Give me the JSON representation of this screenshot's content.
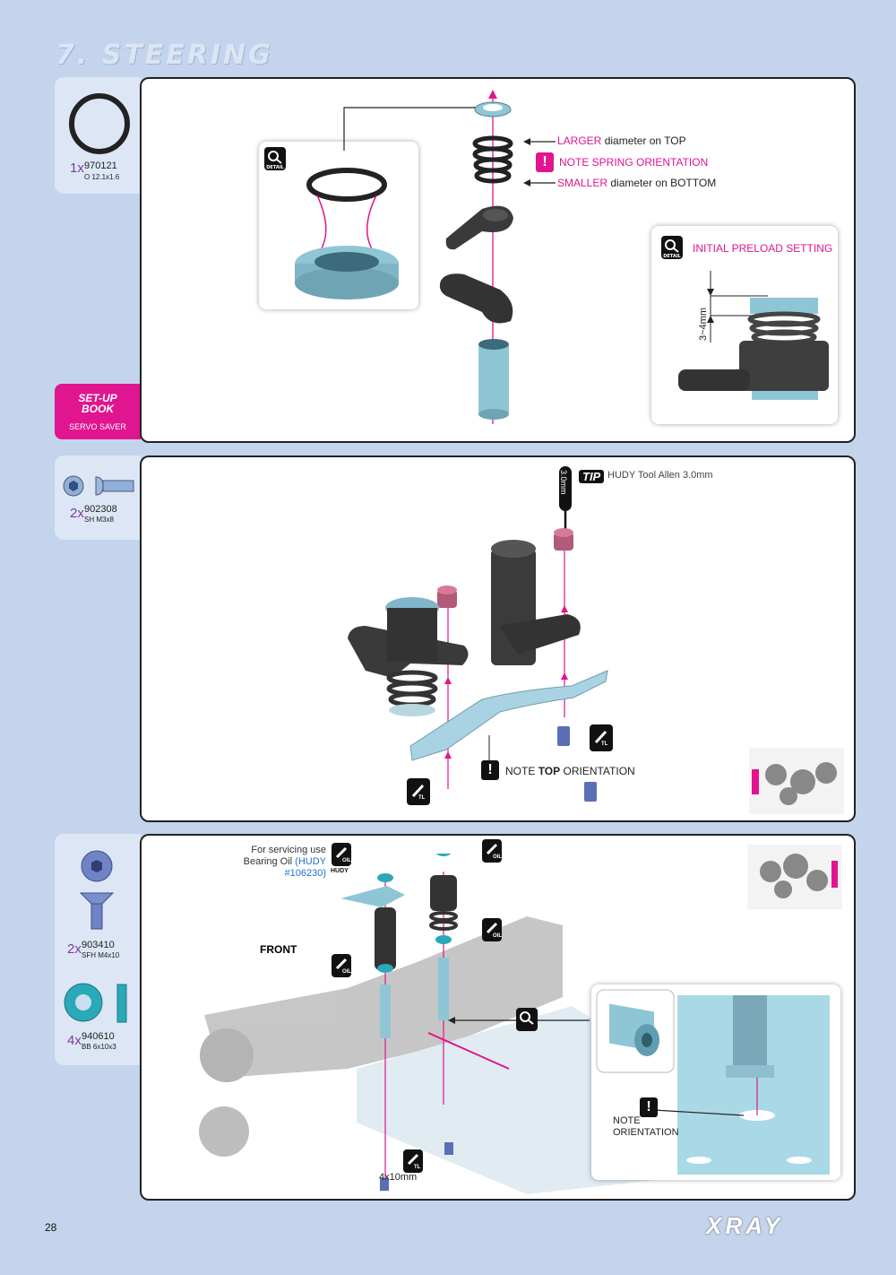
{
  "page": {
    "title": "7. STEERING",
    "number": "28",
    "brand": "XRAY"
  },
  "colors": {
    "accent": "#e0158f",
    "background": "#c3d4ec",
    "highlight": "#1f6fd0"
  },
  "step1": {
    "part": {
      "qty": "1x",
      "code": "970121",
      "spec": "O 12.1x1.6"
    },
    "setup_badge": {
      "line1": "SET-UP",
      "line2": "BOOK",
      "line3": "SERVO SAVER"
    },
    "notes": {
      "larger_a": "LARGER",
      "larger_b": "diameter on TOP",
      "spring": "NOTE SPRING ORIENTATION",
      "smaller_a": "SMALLER",
      "smaller_b": "diameter on BOTTOM"
    },
    "detail_label": "DETAIL",
    "preload": {
      "title": "INITIAL PRELOAD SETTING",
      "dimension": "3~4mm"
    }
  },
  "step2": {
    "part": {
      "qty": "2x",
      "code": "902308",
      "spec": "SH M3x8"
    },
    "tip_label": "TIP",
    "tool_size": "3.0mm",
    "tip_text": "HUDY Tool Allen 3.0mm",
    "note": {
      "a": "NOTE",
      "b": "TOP",
      "c": "ORIENTATION"
    },
    "tl_label": "TL"
  },
  "step3": {
    "parts": [
      {
        "qty": "2x",
        "code": "903410",
        "spec": "SFH M4x10"
      },
      {
        "qty": "4x",
        "code": "940610",
        "spec": "BB 6x10x3"
      }
    ],
    "servicing": {
      "line1": "For servicing use",
      "line2a": "Bearing Oil",
      "line2b": "(HUDY #106230)"
    },
    "oil_label": "OIL",
    "hudy_label": "HUDY",
    "front": "FRONT",
    "screw_size": "4x10mm",
    "note": {
      "a": "NOTE",
      "b": "ORIENTATION"
    }
  }
}
